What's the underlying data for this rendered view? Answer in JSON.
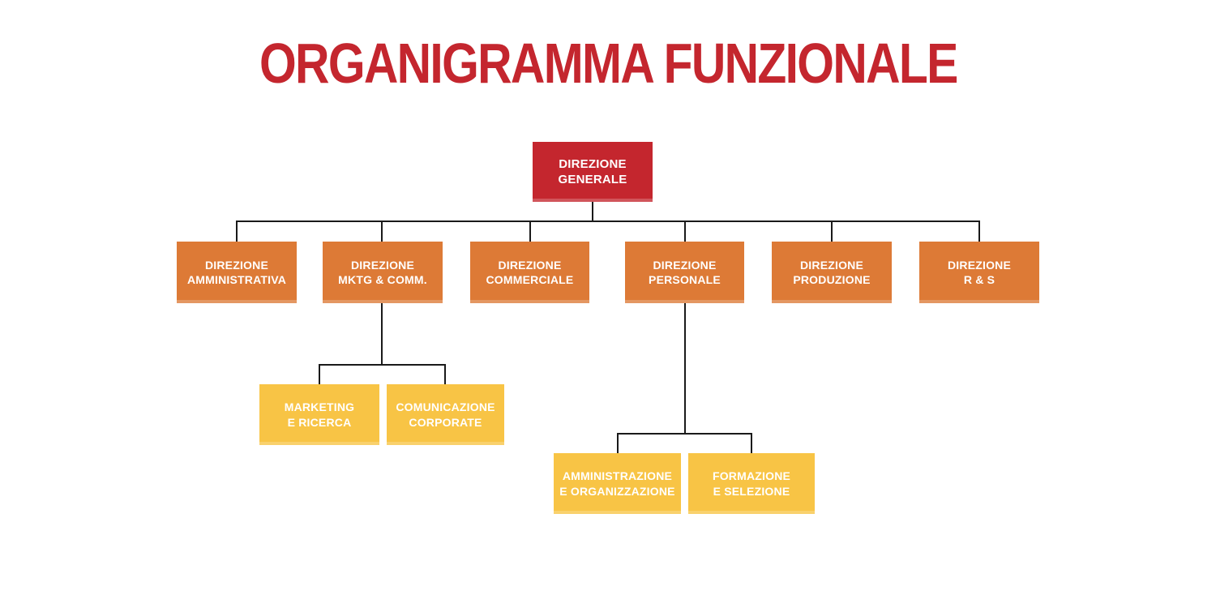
{
  "title": "ORGANIGRAMMA FUNZIONALE",
  "colors": {
    "title": "#c4262e",
    "root_box": "#c4262e",
    "dept_box": "#dd7a36",
    "sub_box": "#f8c445",
    "connector": "#1a1a1a",
    "box_text": "#ffffff",
    "background": "#ffffff"
  },
  "org": {
    "root": {
      "label": "DIREZIONE\nGENERALE"
    },
    "departments": [
      {
        "label": "DIREZIONE\nAMMINISTRATIVA"
      },
      {
        "label": "DIREZIONE\nMKTG & COMM."
      },
      {
        "label": "DIREZIONE\nCOMMERCIALE"
      },
      {
        "label": "DIREZIONE\nPERSONALE"
      },
      {
        "label": "DIREZIONE\nPRODUZIONE"
      },
      {
        "label": "DIREZIONE\nR & S"
      }
    ],
    "mktg_children": [
      {
        "label": "MARKETING\nE RICERCA"
      },
      {
        "label": "COMUNICAZIONE\nCORPORATE"
      }
    ],
    "personale_children": [
      {
        "label": "AMMINISTRAZIONE\nE ORGANIZZAZIONE"
      },
      {
        "label": "FORMAZIONE\nE SELEZIONE"
      }
    ]
  }
}
